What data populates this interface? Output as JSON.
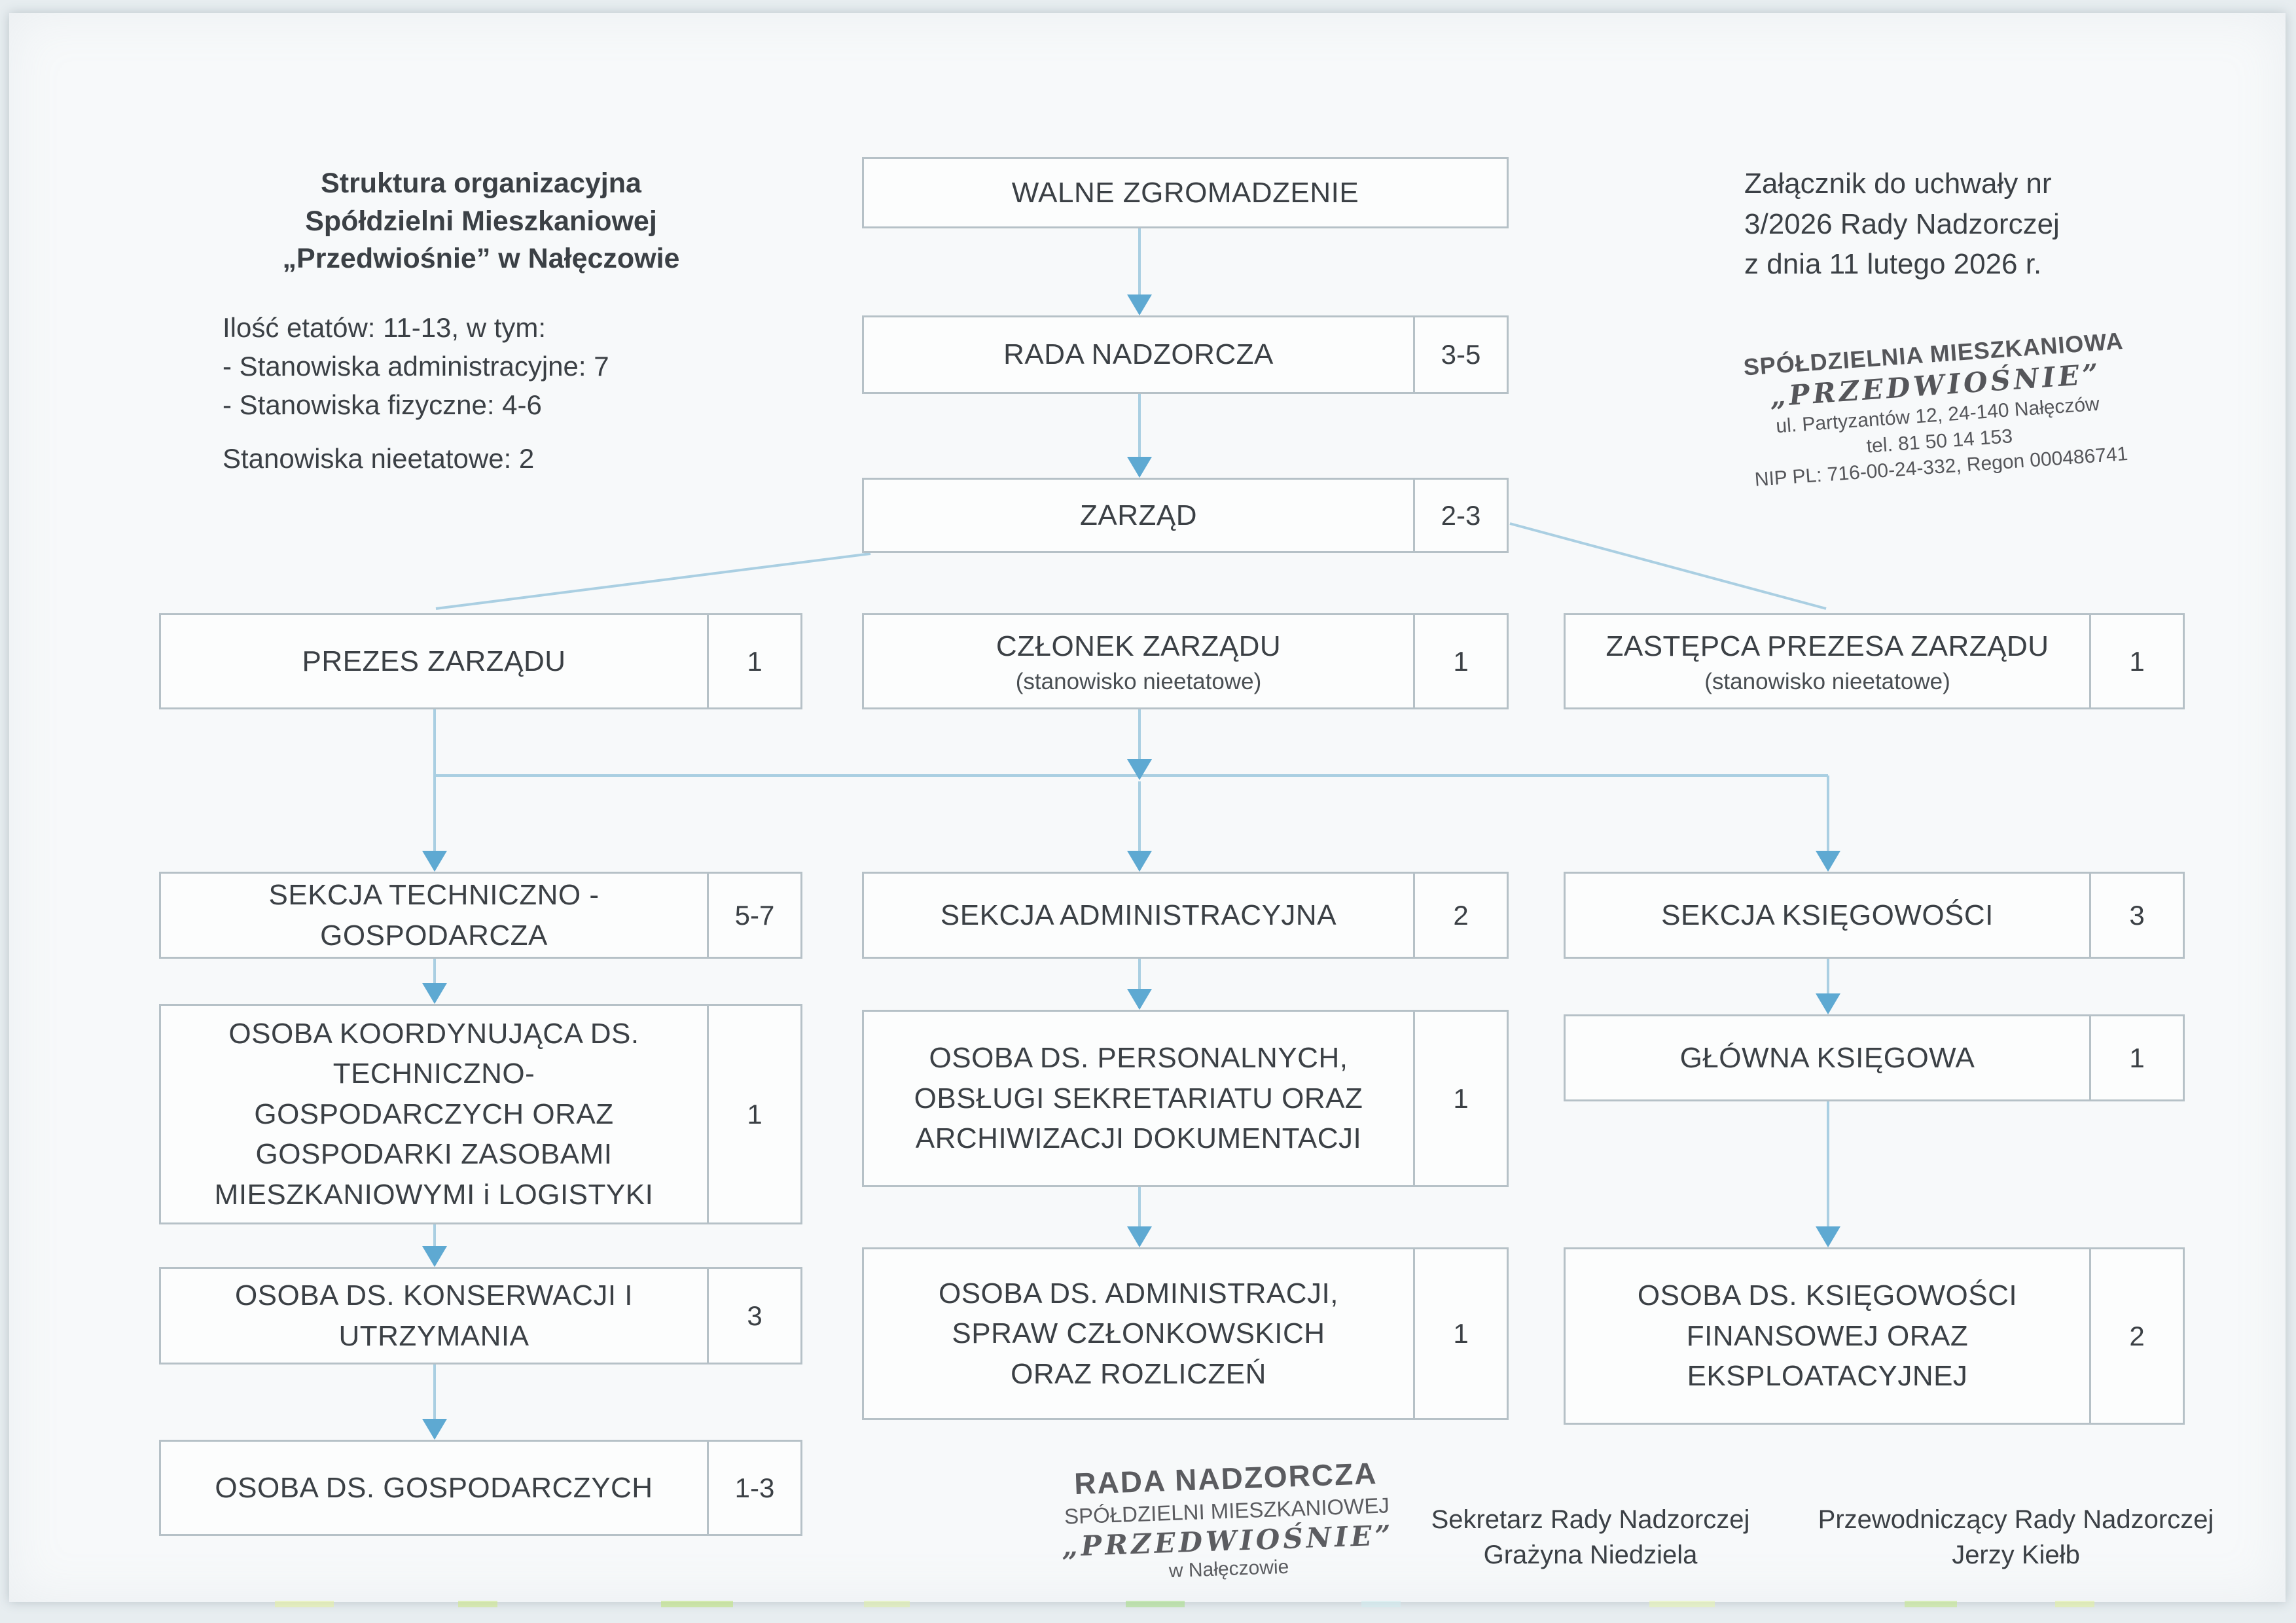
{
  "colors": {
    "paper": "#f7f9fa",
    "box_border": "#b6c1c7",
    "box_background": "#fcfdfd",
    "text": "#3b4045",
    "arrow_line": "#aacfe2",
    "arrow_head": "#5ea9d2",
    "stamp_ink": "#55565a"
  },
  "info": {
    "title": "Struktura organizacyjna\nSpółdzielni Mieszkaniowej\n„Przedwiośnie” w Nałęczowie",
    "staffing": "Ilość etatów: 11-13, w tym:\n- Stanowiska administracyjne: 7\n- Stanowiska fizyczne: 4-6",
    "nonstaff": "Stanowiska nieetatowe: 2"
  },
  "attachment": {
    "note": "Załącznik do uchwały nr\n3/2026 Rady Nadzorczej\nz dnia 11 lutego 2026 r."
  },
  "stamp_top": {
    "org": "SPÓŁDZIELNIA MIESZKANIOWA",
    "brand": "„PRZEDWIOŚNIE”",
    "address": "ul. Partyzantów 12, 24-140 Nałęczów",
    "phone": "tel. 81 50 14 153",
    "ids": "NIP PL: 716-00-24-332, Regon 000486741"
  },
  "org": {
    "walne": {
      "label": "WALNE ZGROMADZENIE"
    },
    "rada": {
      "label": "RADA NADZORCZA",
      "count": "3-5"
    },
    "zarzad": {
      "label": "ZARZĄD",
      "count": "2-3"
    },
    "prezes": {
      "label": "PREZES ZARZĄDU",
      "count": "1"
    },
    "czlonek": {
      "label": "CZŁONEK ZARZĄDU",
      "sub": "(stanowisko nieetatowe)",
      "count": "1"
    },
    "zastepca": {
      "label": "ZASTĘPCA PREZESA ZARZĄDU",
      "sub": "(stanowisko nieetatowe)",
      "count": "1"
    },
    "sekcja_tech": {
      "label": "SEKCJA TECHNICZNO -\nGOSPODARCZA",
      "count": "5-7"
    },
    "sekcja_adm": {
      "label": "SEKCJA ADMINISTRACYJNA",
      "count": "2"
    },
    "sekcja_ksieg": {
      "label": "SEKCJA KSIĘGOWOŚCI",
      "count": "3"
    },
    "koord": {
      "label": "OSOBA KOORDYNUJĄCA DS.\nTECHNICZNO-\nGOSPODARCZYCH ORAZ\nGOSPODARKI ZASOBAMI\nMIESZKANIOWYMI i LOGISTYKI",
      "count": "1"
    },
    "personalne": {
      "label": "OSOBA DS. PERSONALNYCH,\nOBSŁUGI SEKRETARIATU ORAZ\nARCHIWIZACJI DOKUMENTACJI",
      "count": "1"
    },
    "glowna": {
      "label": "GŁÓWNA KSIĘGOWA",
      "count": "1"
    },
    "konserwacja": {
      "label": "OSOBA DS. KONSERWACJI I\nUTRZYMANIA",
      "count": "3"
    },
    "administracja": {
      "label": "OSOBA DS. ADMINISTRACJI,\nSPRAW CZŁONKOWSKICH\nORAZ ROZLICZEŃ",
      "count": "1"
    },
    "ksiegowosc_fin": {
      "label": "OSOBA DS. KSIĘGOWOŚCI\nFINANSOWEJ ORAZ\nEKSPLOATACYJNEJ",
      "count": "2"
    },
    "gospodarcze": {
      "label": "OSOBA DS. GOSPODARCZYCH",
      "count": "1-3"
    }
  },
  "stamp_bottom": {
    "title": "RADA NADZORCZA",
    "line2": "SPÓŁDZIELNI MIESZKANIOWEJ",
    "brand": "„PRZEDWIOŚNIE”",
    "line4": "w Nałęczowie"
  },
  "signatures": {
    "secretary_role": "Sekretarz Rady Nadzorczej",
    "secretary_name": "Grażyna Niedziela",
    "chairman_role": "Przewodniczący Rady Nadzorczej",
    "chairman_name": "Jerzy Kiełb"
  }
}
